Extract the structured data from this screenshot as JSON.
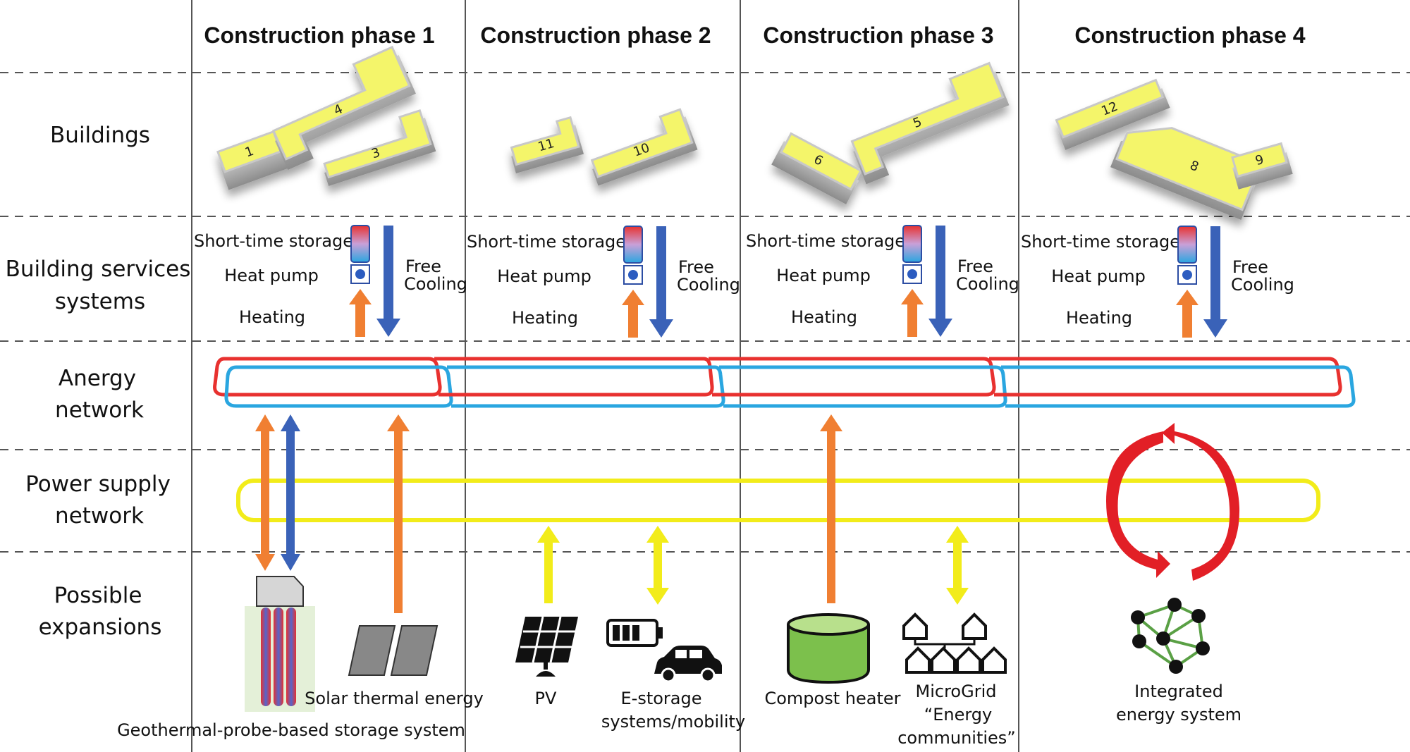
{
  "phases": [
    {
      "title": "Construction phase 1",
      "buildings": [
        "1",
        "4",
        "3"
      ]
    },
    {
      "title": "Construction phase 2",
      "buildings": [
        "11",
        "10"
      ]
    },
    {
      "title": "Construction phase 3",
      "buildings": [
        "6",
        "5"
      ]
    },
    {
      "title": "Construction phase 4",
      "buildings": [
        "12",
        "8",
        "9"
      ]
    }
  ],
  "rows": {
    "buildings": "Buildings",
    "services": [
      "Building services",
      "systems"
    ],
    "anergy": [
      "Anergy",
      "network"
    ],
    "power": [
      "Power supply",
      "network"
    ],
    "expansions": [
      "Possible",
      "expansions"
    ]
  },
  "services": {
    "short_time_storage": "Short-time storage",
    "heat_pump": "Heat pump",
    "heating": "Heating",
    "free_cooling": [
      "Free",
      "Cooling"
    ]
  },
  "expansions": {
    "solar_thermal": "Solar thermal energy",
    "geothermal": "Geothermal-probe-based storage system",
    "pv": "PV",
    "e_storage": [
      "E-storage",
      "systems/mobility"
    ],
    "compost": "Compost heater",
    "microgrid": [
      "MicroGrid",
      "“Energy",
      "communities”"
    ],
    "integrated": [
      "Integrated",
      "energy system"
    ]
  },
  "colors": {
    "heat_red": "#e8312f",
    "cold_blue": "#2aa6e0",
    "cooling_arrow": "#3a62b8",
    "heating_arrow": "#f07f32",
    "power_yellow": "#f2ec1a",
    "building_yellow": "#f4f56a",
    "compost_green": "#7cc04c",
    "network_green": "#5aa045"
  }
}
